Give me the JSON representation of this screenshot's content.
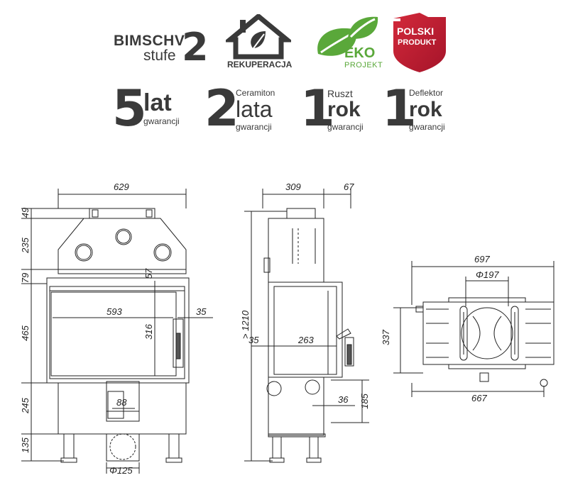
{
  "badges": {
    "bimschv_top": "BIMSCHV",
    "bimschv_bottom": "stufe",
    "bimschv_number": "2",
    "rekuperacja": "REKUPERACJA",
    "eko_top": "EKO",
    "eko_bottom": "PROJEKT",
    "polski_top": "POLSKI",
    "polski_bottom": "PRODUKT"
  },
  "warranties": [
    {
      "number": "5",
      "top": "",
      "main": "lat",
      "bottom": "gwarancji"
    },
    {
      "number": "2",
      "top": "Ceramiton",
      "main": "lata",
      "bottom": "gwarancji"
    },
    {
      "number": "1",
      "top": "Ruszt",
      "main": "rok",
      "bottom": "gwarancji"
    },
    {
      "number": "1",
      "top": "Deflektor",
      "main": "rok",
      "bottom": "gwarancji"
    }
  ],
  "colors": {
    "text_gray": "#3a3a3a",
    "eko_green": "#5aa83a",
    "polski_red": "#c61e2e",
    "line": "#222222"
  },
  "front_view": {
    "width": "629",
    "heights": [
      "49",
      "235",
      "79",
      "465",
      "245",
      "135"
    ],
    "top_inner": "57",
    "glass_width": "593",
    "side": "35",
    "glass_height": "316",
    "duct": "88",
    "outlet": "Φ125"
  },
  "side_view": {
    "depth": "309",
    "handle": "67",
    "total_height": "> 1210",
    "left": "35",
    "firebox": "263",
    "inlet": "36",
    "inlet_height": "185"
  },
  "top_view": {
    "width": "697",
    "flue": "Φ197",
    "depth": "337",
    "base_width": "667"
  }
}
